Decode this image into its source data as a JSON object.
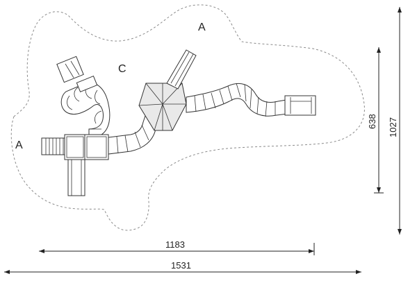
{
  "zones": {
    "a_top": "A",
    "c": "C",
    "a_left": "A"
  },
  "dimensions": {
    "inner_width": "1183",
    "outer_width": "1531",
    "inner_height": "638",
    "outer_height": "1027"
  }
}
